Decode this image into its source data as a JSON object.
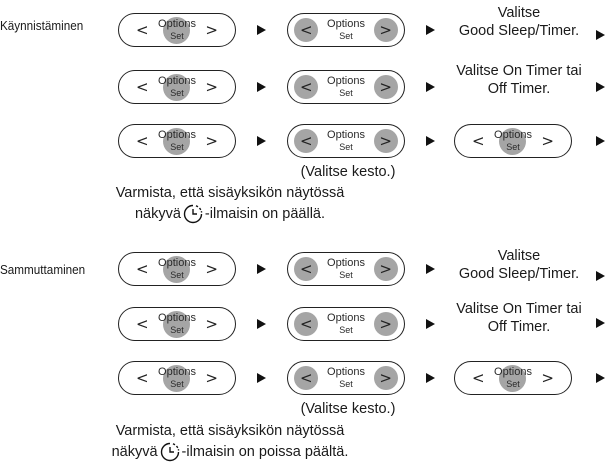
{
  "button": {
    "options": "Options",
    "set": "Set",
    "left_arrow": "<",
    "right_arrow": ">"
  },
  "start": {
    "label": "Käynnistäminen",
    "row1_caption": [
      "Valitse",
      "Good Sleep/Timer."
    ],
    "row2_caption": [
      "Valitse On Timer tai",
      "Off Timer."
    ],
    "duration": "(Valitse kesto.)",
    "note_line1": "Varmista, että sisäyksikön näytössä",
    "note_before": "näkyvä",
    "note_after": "-ilmaisin on päällä."
  },
  "stop": {
    "label": "Sammuttaminen",
    "row1_caption": [
      "Valitse",
      "Good Sleep/Timer."
    ],
    "row2_caption": [
      "Valitse On Timer tai",
      "Off Timer."
    ],
    "duration": "(Valitse kesto.)",
    "note_line1": "Varmista, että sisäyksikön näytössä",
    "note_before": "näkyvä",
    "note_after": "-ilmaisin on poissa päältä."
  }
}
